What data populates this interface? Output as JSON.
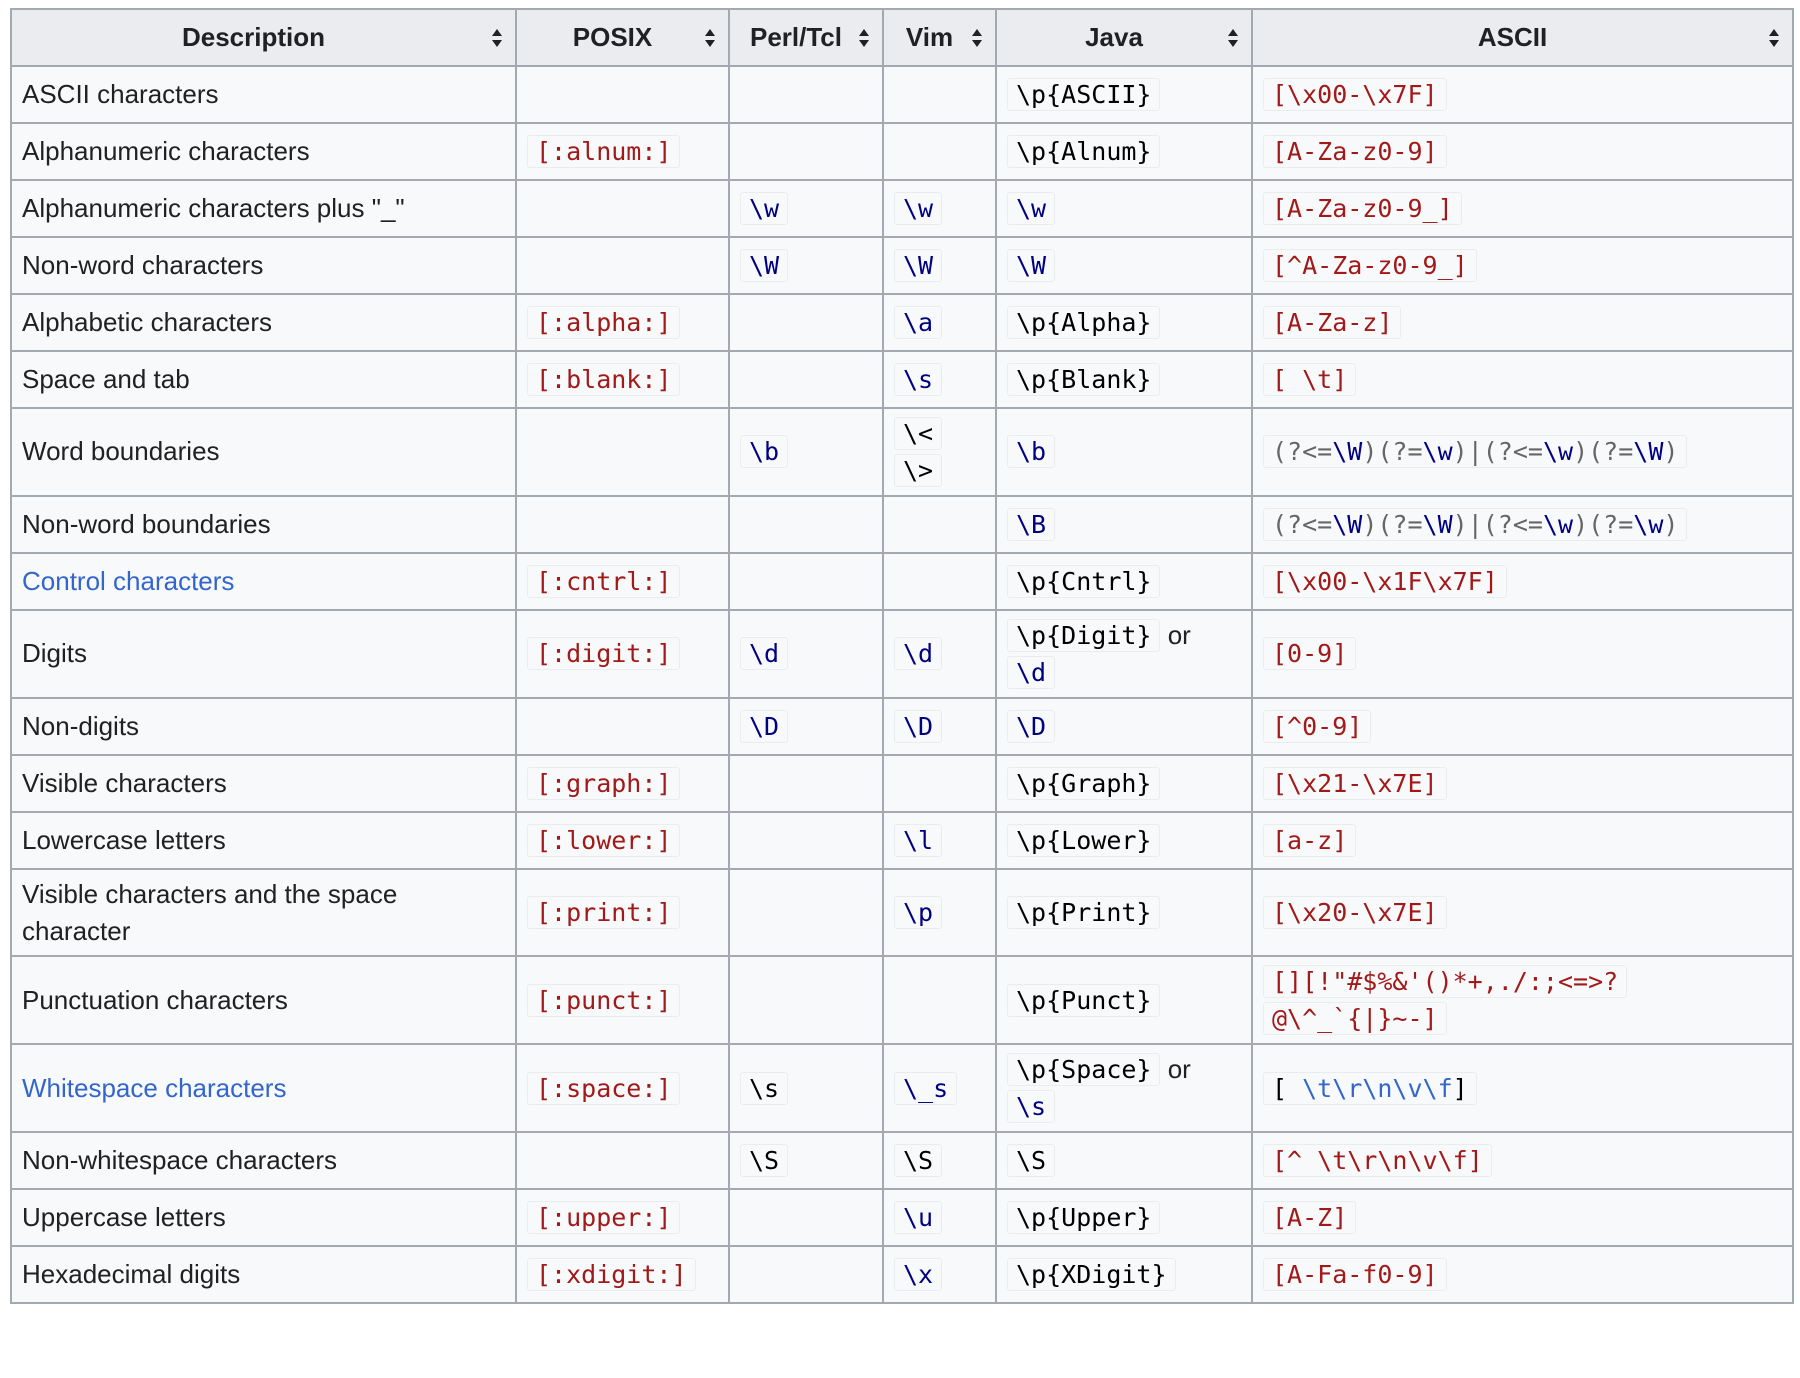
{
  "headers": [
    "Description",
    "POSIX",
    "Perl/Tcl",
    "Vim",
    "Java",
    "ASCII"
  ],
  "rows": [
    {
      "desc": "ASCII characters",
      "posix": "",
      "perl": "",
      "vim": "",
      "java_pre": "\\p",
      "java_post": "{ASCII}",
      "ascii": "[\\x00-\\x7F]"
    },
    {
      "desc": "Alphanumeric characters",
      "posix": "[:alnum:]",
      "perl": "",
      "vim": "",
      "java_pre": "\\p",
      "java_post": "{Alnum}",
      "ascii": "[A-Za-z0-9]"
    },
    {
      "desc": "Alphanumeric characters plus \"_\"",
      "posix": "",
      "perl": "\\w",
      "vim": "\\w",
      "java_pre": "\\w",
      "java_post": "",
      "ascii": "[A-Za-z0-9_]"
    },
    {
      "desc": "Non-word characters",
      "posix": "",
      "perl": "\\W",
      "vim": "\\W",
      "java_pre": "\\W",
      "java_post": "",
      "ascii": "[^A-Za-z0-9_]"
    },
    {
      "desc": "Alphabetic characters",
      "posix": "[:alpha:]",
      "perl": "",
      "vim": "\\a",
      "java_pre": "\\p",
      "java_post": "{Alpha}",
      "ascii": "[A-Za-z]"
    },
    {
      "desc": "Space and tab",
      "posix": "[:blank:]",
      "perl": "",
      "vim": "\\s",
      "java_pre": "\\p",
      "java_post": "{Blank}",
      "ascii": "[ \\t]"
    },
    {
      "desc": "Word boundaries",
      "posix": "",
      "perl": "\\b",
      "vim_1": "\\<",
      "vim_2": "\\>",
      "java_pre": "\\b",
      "java_post": "",
      "ascii_parts": [
        "(?<=",
        "\\W",
        ")(?=",
        "\\w",
        ")|(?<=",
        "\\w",
        ")(?=",
        "\\W",
        ")"
      ]
    },
    {
      "desc": "Non-word boundaries",
      "posix": "",
      "perl": "",
      "vim": "",
      "java_pre": "\\B",
      "java_post": "",
      "ascii_parts": [
        "(?<=",
        "\\W",
        ")(?=",
        "\\W",
        ")|(?<=",
        "\\w",
        ")(?=",
        "\\w",
        ")"
      ]
    },
    {
      "desc": "Control characters",
      "posix": "[:cntrl:]",
      "perl": "",
      "vim": "",
      "java_pre": "\\p",
      "java_post": "{Cntrl}",
      "ascii": "[\\x00-\\x1F\\x7F]"
    },
    {
      "desc": "Digits",
      "posix": "[:digit:]",
      "perl": "\\d",
      "vim": "\\d",
      "java_pre": "\\p",
      "java_post": "{Digit}",
      "java_or": "or",
      "java_2": "\\d",
      "ascii": "[0-9]"
    },
    {
      "desc": "Non-digits",
      "posix": "",
      "perl": "\\D",
      "vim": "\\D",
      "java_pre": "\\D",
      "java_post": "",
      "ascii": "[^0-9]"
    },
    {
      "desc": "Visible characters",
      "posix": "[:graph:]",
      "perl": "",
      "vim": "",
      "java_pre": "\\p",
      "java_post": "{Graph}",
      "ascii": "[\\x21-\\x7E]"
    },
    {
      "desc": "Lowercase letters",
      "posix": "[:lower:]",
      "perl": "",
      "vim": "\\l",
      "java_pre": "\\p",
      "java_post": "{Lower}",
      "ascii": "[a-z]"
    },
    {
      "desc": "Visible characters and the space character",
      "posix": "[:print:]",
      "perl": "",
      "vim": "\\p",
      "java_pre": "\\p",
      "java_post": "{Print}",
      "ascii": "[\\x20-\\x7E]"
    },
    {
      "desc": "Punctuation characters",
      "posix": "[:punct:]",
      "perl": "",
      "vim": "",
      "java_pre": "\\p",
      "java_post": "{Punct}",
      "ascii_1": "[][!\"#$%&'()*+,./:;<=>?",
      "ascii_2": "@\\^_`{|}~-]"
    },
    {
      "desc": "Whitespace characters",
      "posix": "[:space:]",
      "perl": "\\s",
      "vim": "\\_s",
      "java_pre": "\\p",
      "java_post": "{Space}",
      "java_or": "or",
      "java_2": "\\s",
      "ascii_open": "[ ",
      "ascii_blue": "\\t\\r\\n\\v\\f",
      "ascii_close": "]"
    },
    {
      "desc": "Non-whitespace characters",
      "posix": "",
      "perl": "\\S",
      "vim": "\\S",
      "java_pre": "\\S",
      "java_post": "",
      "ascii": "[^ \\t\\r\\n\\v\\f]"
    },
    {
      "desc": "Uppercase letters",
      "posix": "[:upper:]",
      "perl": "",
      "vim": "\\u",
      "java_pre": "\\p",
      "java_post": "{Upper}",
      "ascii": "[A-Z]"
    },
    {
      "desc": "Hexadecimal digits",
      "posix": "[:xdigit:]",
      "perl": "",
      "vim": "\\x",
      "java_pre": "\\p",
      "java_post": "{XDigit}",
      "ascii": "[A-Fa-f0-9]"
    }
  ]
}
